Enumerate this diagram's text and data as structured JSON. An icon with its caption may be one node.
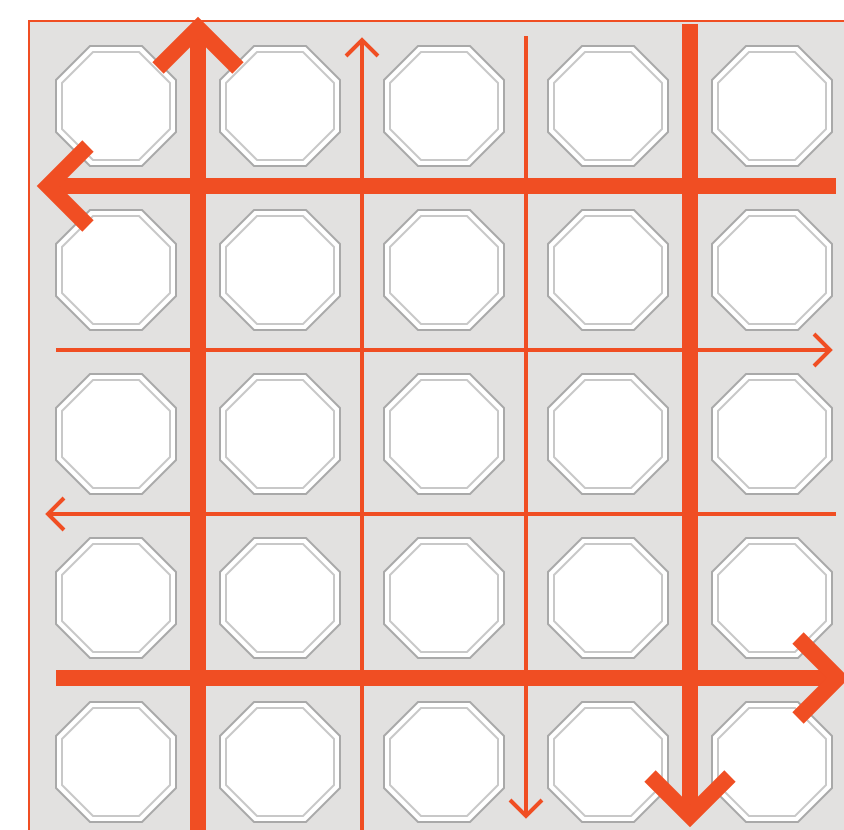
{
  "diagram": {
    "nodes": [
      {
        "text": [],
        "shape": "octagon"
      },
      {
        "text": [],
        "shape": "octagon"
      },
      {
        "text": [],
        "shape": "octagon"
      },
      {
        "text": [],
        "shape": "octagon"
      },
      {
        "text": [],
        "shape": "octagon"
      },
      {
        "text": [],
        "shape": "octagon"
      },
      {
        "text": [],
        "shape": "octagon"
      },
      {
        "text": [],
        "shape": "octagon"
      },
      {
        "text": [],
        "shape": "octagon"
      },
      {
        "text": [],
        "shape": "octagon"
      },
      {
        "text": [],
        "shape": "octagon"
      },
      {
        "text": [],
        "shape": "octagon"
      },
      {
        "text": [],
        "shape": "octagon"
      },
      {
        "text": [],
        "shape": "octagon"
      },
      {
        "text": [],
        "shape": "octagon"
      },
      {
        "text": [],
        "shape": "octagon"
      },
      {
        "text": [],
        "shape": "octagon"
      },
      {
        "text": [],
        "shape": "octagon"
      },
      {
        "text": [],
        "shape": "octagon"
      },
      {
        "text": [],
        "shape": "octagon"
      },
      {
        "text": [],
        "shape": "octagon"
      },
      {
        "text": [],
        "shape": "octagon"
      },
      {
        "text": [],
        "shape": "octagon"
      },
      {
        "text": [],
        "shape": "octagon"
      },
      {
        "text": [],
        "shape": "octagon"
      }
    ]
  }
}
